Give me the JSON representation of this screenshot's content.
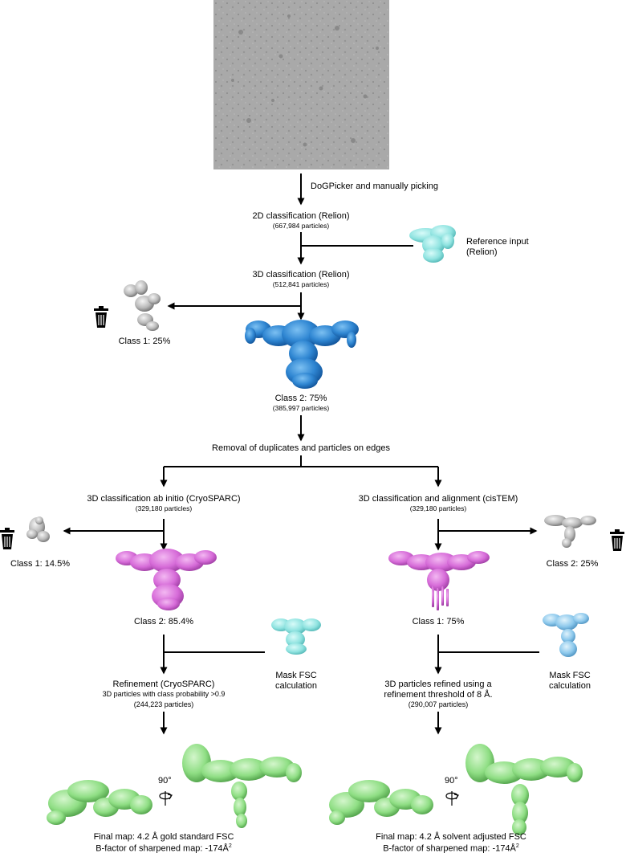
{
  "micrograph": {
    "name": "cryo-EM micrograph"
  },
  "steps": {
    "picking": "DoGPicker and manually picking",
    "class2d_title": "2D classification (Relion)",
    "class2d_count": "(667,984 particles)",
    "reference_line1": "Reference input",
    "reference_line2": "(Relion)",
    "class3d_title": "3D classification (Relion)",
    "class3d_count": "(512,841 particles)",
    "class1_label": "Class 1: 25%",
    "class2_label": "Class 2: 75%",
    "class2_count": "(385,997 particles)",
    "removal": "Removal of duplicates and particles on edges"
  },
  "left_branch": {
    "title": "3D classification ab initio (CryoSPARC)",
    "count": "(329,180 particles)",
    "discard_label": "Class 1: 14.5%",
    "keep_label": "Class 2: 85.4%",
    "mask_line1": "Mask FSC",
    "mask_line2": "calculation",
    "refine_title": "Refinement (CryoSPARC)",
    "refine_sub": "3D particles with class probability >0.9",
    "refine_count": "(244,223 particles)",
    "rotation": "90°",
    "final_line1": "Final map: 4.2 Å gold standard FSC",
    "final_line2": "B-factor of sharpened map: -174Å",
    "final_sup": "2"
  },
  "right_branch": {
    "title": "3D classification and alignment (cisTEM)",
    "count": "(329,180 particles)",
    "discard_label": "Class 2: 25%",
    "keep_label": "Class 1: 75%",
    "mask_line1": "Mask FSC",
    "mask_line2": "calculation",
    "refine_line1": "3D particles refined using a",
    "refine_line2": "refinement threshold of 8 Å.",
    "refine_count": "(290,007 particles)",
    "rotation": "90°",
    "final_line1": "Final map: 4.2 Å solvent adjusted FSC",
    "final_line2": "B-factor of sharpened map: -174Å",
    "final_sup": "2"
  },
  "colors": {
    "cyan_map": "#8fe3e0",
    "blue_map": "#2f86d2",
    "gray_map": "#b8b8b8",
    "magenta_map": "#d66bd8",
    "light_blue_map": "#8cc8ec",
    "green_map": "#8fde84",
    "micrograph": "#a6a6a6"
  },
  "icons": [
    "trash-icon",
    "rotate-arrow-icon"
  ]
}
